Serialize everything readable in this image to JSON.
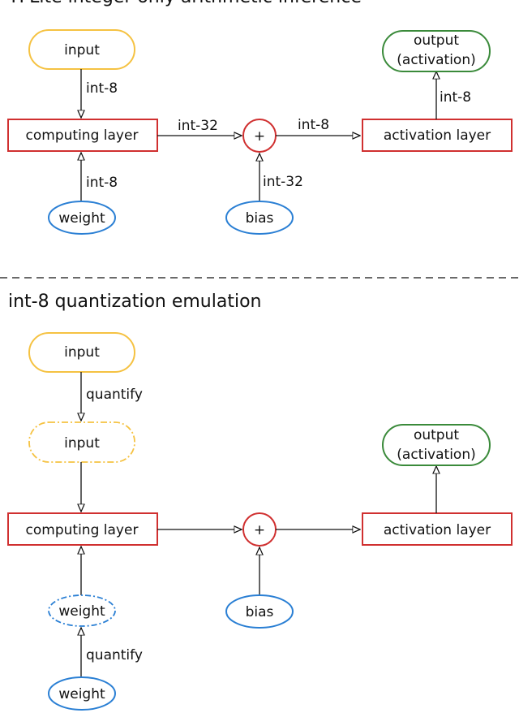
{
  "top": {
    "heading": "TFLite  integer-only  arithmetic inference",
    "nodes": {
      "input": "input",
      "computing": "computing layer",
      "weight": "weight",
      "plus": "+",
      "bias": "bias",
      "activation": "activation layer",
      "output_line1": "output",
      "output_line2": "(activation)"
    },
    "edges": {
      "input_to_compute": "int-8",
      "weight_to_compute": "int-8",
      "compute_to_add": "int-32",
      "bias_to_add": "int-32",
      "add_to_activation": "int-8",
      "activation_to_output": "int-8"
    }
  },
  "divider": "- - - - - - - - - - - - - - - - - - - - - - - - - - - - - - - - - - - - - -",
  "bottom": {
    "heading": "int-8  quantization  emulation",
    "nodes": {
      "input": "input",
      "quantized_input": "input",
      "computing": "computing layer",
      "quantized_weight": "weight",
      "weight": "weight",
      "plus": "+",
      "bias": "bias",
      "activation": "activation layer",
      "output_line1": "output",
      "output_line2": "(activation)"
    },
    "edges": {
      "input_quantify": "quantify",
      "weight_quantify": "quantify"
    }
  },
  "colors": {
    "input": "#f5c242",
    "layer": "#d03030",
    "weight": "#2a7fd4",
    "output": "#3a8a3a",
    "edge": "#111111"
  }
}
